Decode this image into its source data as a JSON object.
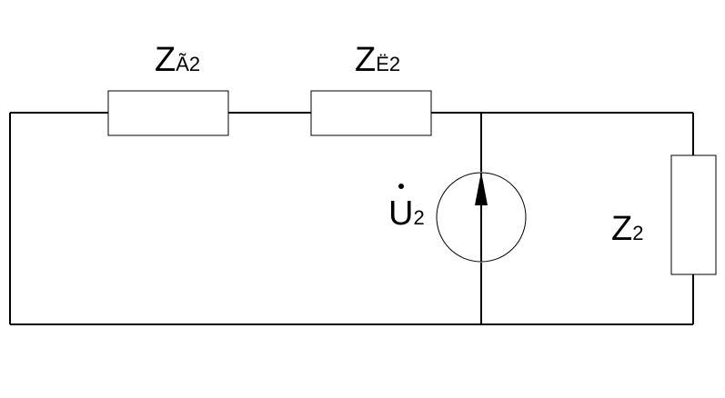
{
  "diagram": {
    "labels": {
      "z_g2": {
        "main": "Z",
        "sub": "Ã2"
      },
      "z_l2": {
        "main": "Z",
        "sub": "Ë2"
      },
      "u2": {
        "main": "U",
        "sub": "2"
      },
      "z2": {
        "main": "Z",
        "sub": "2"
      }
    },
    "colors": {
      "line": "#000000",
      "background": "#ffffff"
    }
  }
}
